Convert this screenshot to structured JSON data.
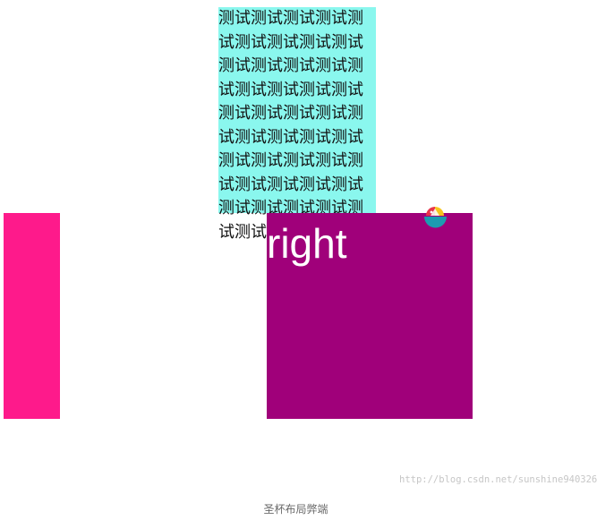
{
  "center": {
    "text": "测试测试测试测试测试测试测试测试测试测试测试测试测试测试测试测试测试测试测试测试测试测试测试测试测试测试测试测试测试测试测试测试测试测试测试测试测试测试测试测试测试测试",
    "background": "#8af7ee"
  },
  "left": {
    "background": "#fe1a8b"
  },
  "right": {
    "label": "right",
    "background": "#a0007a"
  },
  "watermark": {
    "url": "http://blog.csdn.net/sunshine940326",
    "icon": "csdn-logo-icon"
  },
  "caption": "圣杯布局弊端"
}
